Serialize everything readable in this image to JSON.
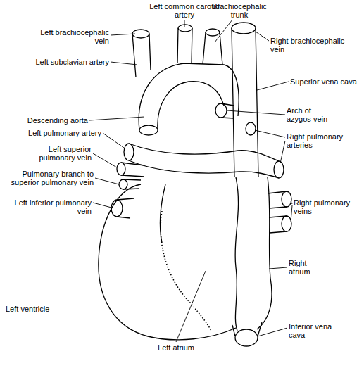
{
  "diagram": {
    "labels": [
      "Left common carotid artery",
      "Brachiocephalic trunk",
      "Left brachiocephalic vein",
      "Right brachiocephalic vein",
      "Left subclavian artery",
      "Superior vena cava",
      "Descending aorta",
      "Arch of azygos vein",
      "Left pulmonary artery",
      "Right pulmonary arteries",
      "Left superior pulmonary vein",
      "Pulmonary branch to superior pulmonary vein",
      "Left inferior pulmonary vein",
      "Right pulmonary veins",
      "Right atrium",
      "Left ventricle",
      "Inferior vena cava",
      "Left atrium"
    ]
  }
}
